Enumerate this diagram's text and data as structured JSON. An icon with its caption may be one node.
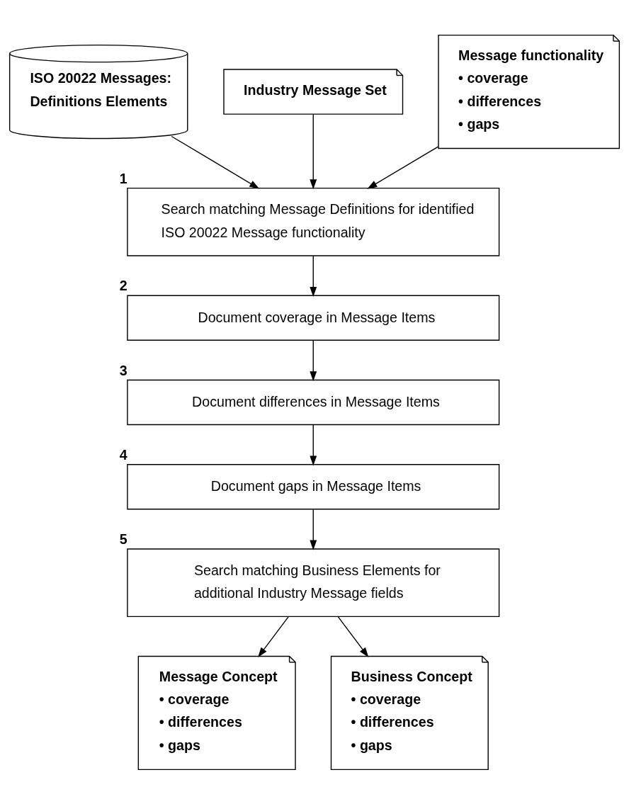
{
  "diagram": {
    "nodes": [
      {
        "text": [
          "ISO 20022 Messages:",
          "Definitions Elements"
        ]
      },
      {
        "text": [
          "Industry Message Set"
        ]
      },
      {
        "text": [
          "Message functionality",
          "• coverage",
          "• differences",
          "• gaps"
        ]
      },
      {
        "text": [
          "Search matching Message Definitions for identified ISO 20022 Message functionality"
        ],
        "beside": [
          "1"
        ]
      },
      {
        "text": [
          "Document coverage in Message Items"
        ],
        "beside": [
          "2"
        ]
      },
      {
        "text": [
          "Document differences in Message Items"
        ],
        "beside": [
          "3"
        ]
      },
      {
        "text": [
          "Document gaps in Message Items"
        ],
        "beside": [
          "4"
        ]
      },
      {
        "text": [
          "Search matching Business Elements for additional Industry Message fields"
        ],
        "beside": [
          "5"
        ]
      },
      {
        "text": [
          "Message Concept",
          "• coverage",
          "• differences",
          "• gaps"
        ]
      },
      {
        "text": [
          "Business Concept",
          "• coverage",
          "• differences",
          "• gaps"
        ]
      }
    ],
    "edges": [
      {
        "from": 0,
        "to": 3,
        "arrow": "to"
      },
      {
        "from": 1,
        "to": 3,
        "arrow": "to"
      },
      {
        "from": 2,
        "to": 3,
        "arrow": "to"
      },
      {
        "from": 3,
        "to": 4,
        "arrow": "to"
      },
      {
        "from": 4,
        "to": 5,
        "arrow": "to"
      },
      {
        "from": 5,
        "to": 6,
        "arrow": "to"
      },
      {
        "from": 6,
        "to": 7,
        "arrow": "to"
      },
      {
        "from": 7,
        "to": 8,
        "arrow": "to"
      },
      {
        "from": 7,
        "to": 9,
        "arrow": "to"
      }
    ]
  }
}
